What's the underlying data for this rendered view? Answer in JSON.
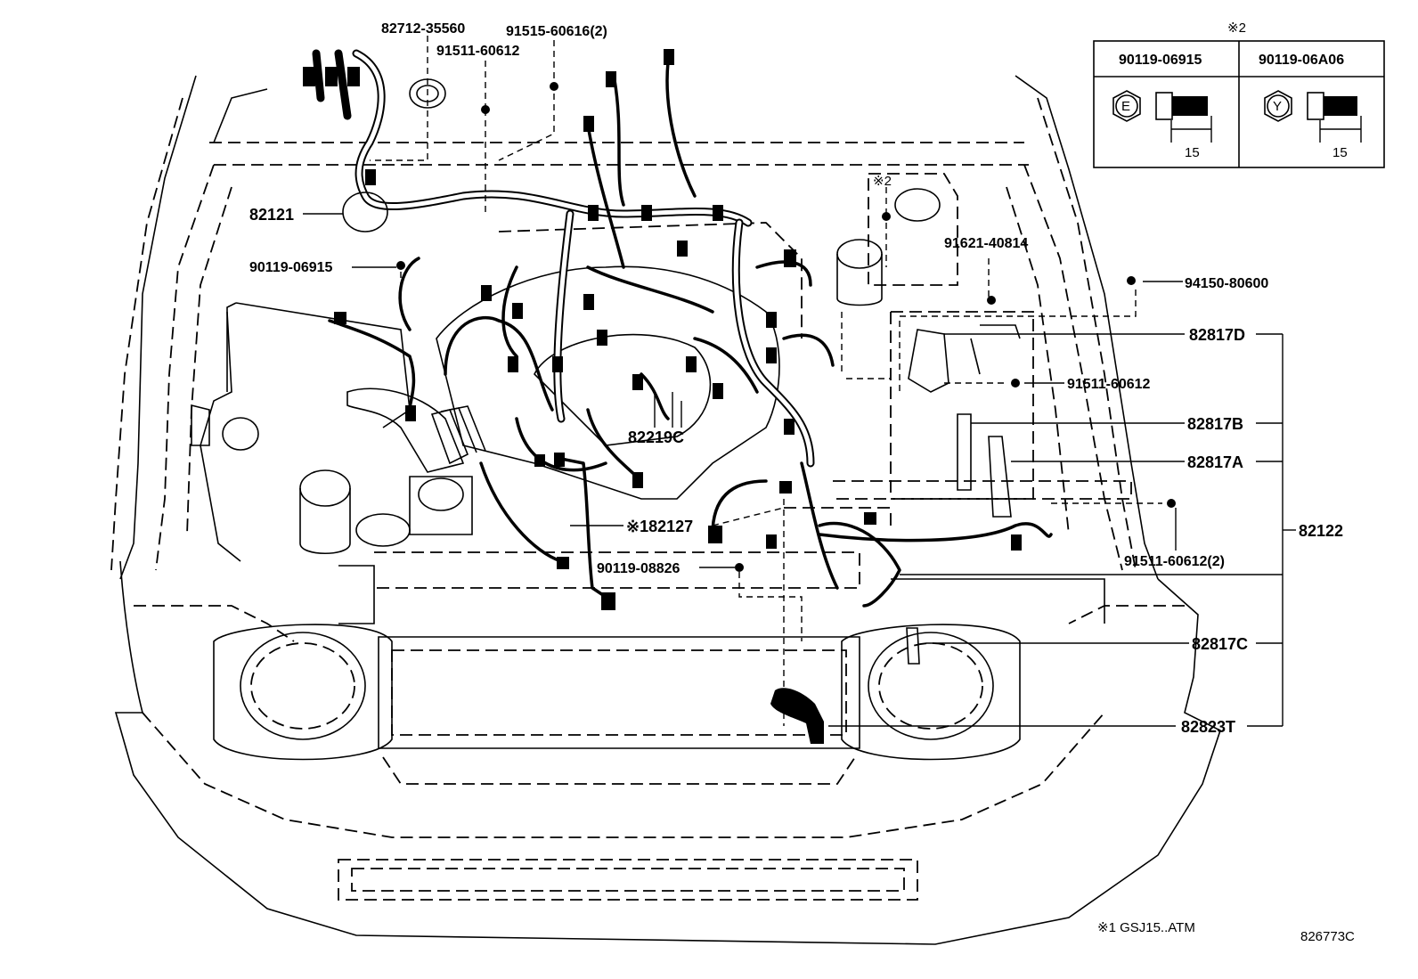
{
  "diagram": {
    "figure_number": "826773C",
    "footnote": "※1 GSJ15..ATM",
    "note_marker_table": "※2",
    "note_marker_bracket": "※2",
    "fastener_table": {
      "columns": [
        {
          "part": "90119-06915",
          "head_mark": "E",
          "length": "15"
        },
        {
          "part": "90119-06A06",
          "head_mark": "Y",
          "length": "15"
        }
      ]
    },
    "parts": {
      "p82712_35560": "82712-35560",
      "p91515_60616": "91515-60616(2)",
      "p91511_60612_top": "91511-60612",
      "p82121": "82121",
      "p90119_06915": "90119-06915",
      "p91621_40814": "91621-40814",
      "p94150_80600": "94150-80600",
      "p82817D": "82817D",
      "p91511_60612_right": "91511-60612",
      "p82817B": "82817B",
      "p82817A": "82817A",
      "p82122": "82122",
      "p91511_60612_2": "91511-60612(2)",
      "p82219C": "82219C",
      "p82127": "※182127",
      "p90119_08826": "90119-08826",
      "p82817C": "82817C",
      "p82823T": "82823T"
    }
  }
}
